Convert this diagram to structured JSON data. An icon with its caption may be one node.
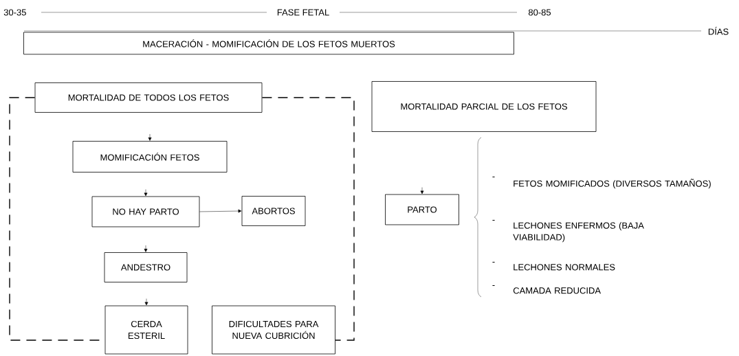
{
  "diagram": {
    "nodes": [
      {
        "text": [
          "MACERACIÓN - MOMIFICACIÓN DE LOS FETOS MUERTOS"
        ]
      },
      {
        "text": [
          "MORTALIDAD DE TODOS LOS FETOS"
        ]
      },
      {
        "text": [
          "MOMIFICACIÓN FETOS"
        ]
      },
      {
        "text": [
          "NO HAY PARTO"
        ]
      },
      {
        "text": [
          "ABORTOS"
        ]
      },
      {
        "text": [
          "ANDESTRO"
        ]
      },
      {
        "text": [
          "CERDA ESTERIL"
        ]
      },
      {
        "text": [
          "DIFICULTADES PARA NUEVA CUBRICIÓN"
        ]
      },
      {
        "text": [
          "MORTALIDAD PARCIAL DE LOS FETOS"
        ]
      },
      {
        "text": [
          "PARTO"
        ]
      }
    ],
    "edges": [
      {
        "from": 1,
        "to": 6,
        "arrow": "none",
        "style": "dashed"
      },
      {
        "from": 1,
        "to": 7,
        "arrow": "none",
        "style": "dashed"
      },
      {
        "from": null,
        "to": 2,
        "arrow": "to"
      },
      {
        "from": null,
        "to": 3,
        "arrow": "to"
      },
      {
        "from": 3,
        "to": 4,
        "arrow": "to"
      },
      {
        "from": null,
        "to": 5,
        "arrow": "to"
      },
      {
        "from": null,
        "to": 6,
        "arrow": "to"
      },
      {
        "from": null,
        "to": 9,
        "arrow": "to"
      }
    ],
    "labels": [
      "30-35",
      "FASE FETAL",
      "80-85",
      "DÍAS",
      "-",
      "FETOS MOMIFICADOS (DIVERSOS TAMAÑOS)",
      "-",
      "LECHONES ENFERMOS (BAJA VIABILIDAD)",
      "-",
      "LECHONES NORMALES",
      "-",
      "CAMADA REDUCIDA"
    ]
  }
}
